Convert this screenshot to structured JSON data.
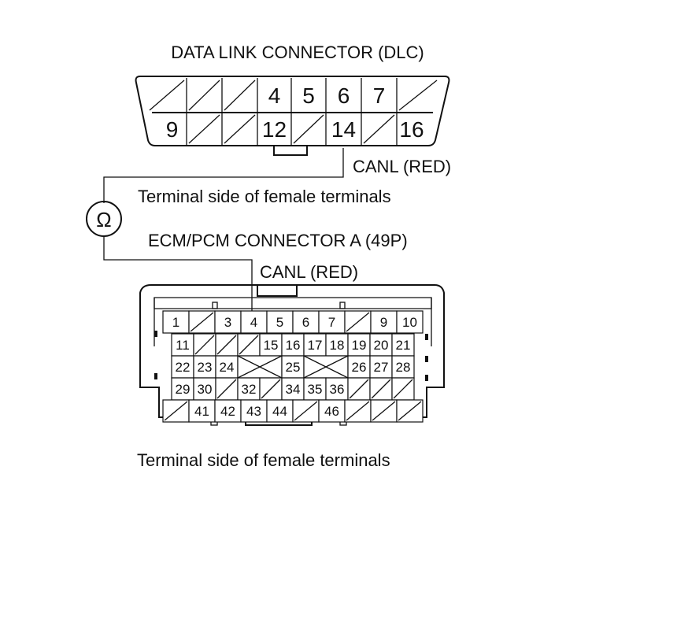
{
  "dlc": {
    "title": "DATA LINK CONNECTOR (DLC)",
    "side_label": "Terminal side of female terminals",
    "probe_label": "CANL (RED)",
    "top_row": [
      "",
      "",
      "",
      "4",
      "5",
      "6",
      "7",
      ""
    ],
    "bottom_row": [
      "9",
      "",
      "",
      "12",
      "",
      "14",
      "",
      "16"
    ]
  },
  "meter": {
    "symbol": "Ω"
  },
  "ecm": {
    "title": "ECM/PCM CONNECTOR A (49P)",
    "probe_label": "CANL (RED)",
    "side_label": "Terminal side of female terminals",
    "rows": [
      [
        "1",
        "",
        "3",
        "4",
        "5",
        "6",
        "7",
        "",
        "9",
        "10"
      ],
      [
        "11",
        "",
        "",
        "",
        "15",
        "16",
        "17",
        "18",
        "19",
        "20",
        "21"
      ],
      [
        "22",
        "23",
        "24",
        "",
        "",
        "25",
        "",
        "",
        "26",
        "27",
        "28"
      ],
      [
        "29",
        "30",
        "",
        "32",
        "",
        "34",
        "35",
        "36",
        "",
        "",
        ""
      ],
      [
        "",
        "41",
        "42",
        "43",
        "44",
        "",
        "46",
        "",
        "",
        ""
      ]
    ]
  }
}
